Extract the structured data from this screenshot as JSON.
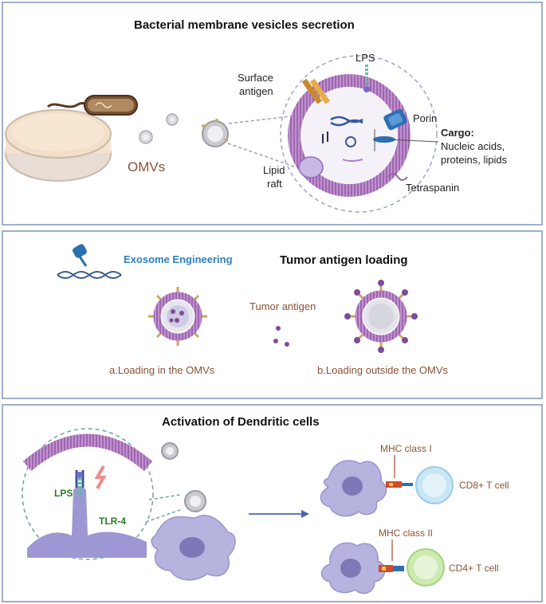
{
  "panel1": {
    "title": "Bacterial membrane vesicles secretion",
    "omvs": "OMVs",
    "surface_antigen_1": "Surface",
    "surface_antigen_2": "antigen",
    "lps": "LPS",
    "porin": "Porin",
    "cargo_title": "Cargo:",
    "cargo_1": "Nucleic acids,",
    "cargo_2": "proteins, lipids",
    "lipid_raft_1": "Lipid",
    "lipid_raft_2": "raft",
    "tetraspanin": "Tetraspanin"
  },
  "panel2": {
    "exosome": "Exosome Engineering",
    "title": "Tumor antigen loading",
    "tumor_antigen": "Tumor antigen",
    "loading_in": "a.Loading in the OMVs",
    "loading_out": "b.Loading outside the OMVs"
  },
  "panel3": {
    "title": "Activation of Dendritic cells",
    "lps": "LPS",
    "tlr4": "TLR-4",
    "mhc1": "MHC class I",
    "cd8": "CD8+ T cell",
    "mhc2": "MHC class II",
    "cd4": "CD4+ T cell"
  },
  "colors": {
    "panel_border": "#9fb0c7",
    "membrane": "#b783c4",
    "membrane_dark": "#8b5aa0",
    "dendritic": "#b7b3df",
    "dendritic_nucleus": "#7e79b6",
    "antigen_purple": "#7d4b9a",
    "stalk_gold": "#d1a45b",
    "brown_text": "#8a5234",
    "blue_text": "#2e7fc0",
    "green_text": "#2a7a2a",
    "tcell_cyan": "#c8e6f4",
    "tcell_green": "#cdeab0"
  }
}
